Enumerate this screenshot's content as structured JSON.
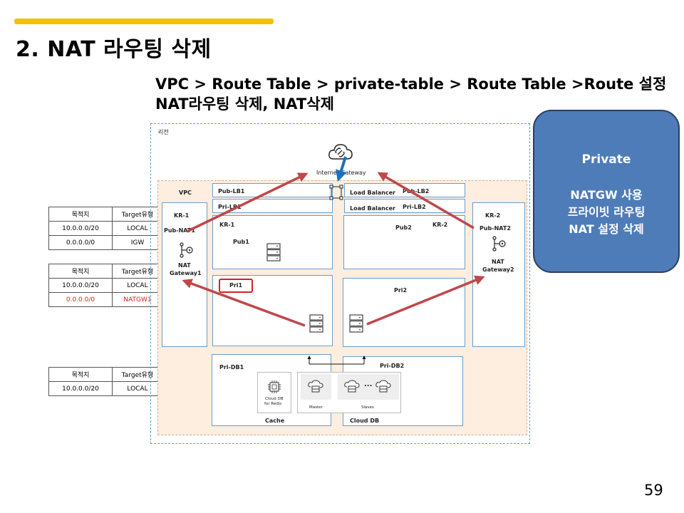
{
  "title": "2. NAT 라우팅 삭제",
  "subtitle_line1": "VPC > Route Table > private-table > Route Table >Route 설정",
  "subtitle_line2": "NAT라우팅 삭제, NAT삭제",
  "page_number": "59",
  "colors": {
    "accent_bar": "#f5c000",
    "bubble": "#4e7cb8",
    "arrow": "#c0474a",
    "highlight": "#d82020"
  },
  "route_tables": [
    {
      "header": [
        "목적지",
        "Target유형"
      ],
      "rows": [
        [
          "10.0.0.0/20",
          "LOCAL"
        ],
        [
          "0.0.0.0/0",
          "IGW"
        ]
      ]
    },
    {
      "header": [
        "목적지",
        "Target유형"
      ],
      "rows": [
        [
          "10.0.0.0/20",
          "LOCAL"
        ],
        [
          "0.0.0.0/0",
          "NATGW1"
        ]
      ]
    },
    {
      "header": [
        "목적지",
        "Target유형"
      ],
      "rows": [
        [
          "10.0.0.0/20",
          "LOCAL"
        ]
      ]
    }
  ],
  "diagram": {
    "region": "리전",
    "internet_gateway": "Internet Gateway",
    "vpc": "VPC",
    "kr1_left": "KR-1",
    "pub_nat1": "Pub-NAT1",
    "nat_gateway1_line1": "NAT",
    "nat_gateway1_line2": "Gateway1",
    "kr2_right": "KR-2",
    "pub_nat2": "Pub-NAT2",
    "nat_gateway2_line1": "NAT",
    "nat_gateway2_line2": "Gateway2",
    "pub_lb1": "Pub-LB1",
    "pri_lb1": "Pri-LB1",
    "load_balancer_1": "Load Balancer",
    "load_balancer_2": "Load Balancer",
    "pub_lb2": "Pub-LB2",
    "pri_lb2": "Pri-LB2",
    "kr1_inner": "KR-1",
    "pub1": "Pub1",
    "pub2": "Pub2",
    "kr2_inner": "KR-2",
    "pri1": "Pri1",
    "pri2": "Pri2",
    "pri_db1": "Pri-DB1",
    "pri_db2": "Pri-DB2",
    "cloud_db_redis_line1": "Cloud DB",
    "cloud_db_redis_line2": "for Redis",
    "master": "Master",
    "slaves": "Slaves",
    "ellipsis": "...",
    "cache": "Cache",
    "cloud_db": "Cloud DB"
  },
  "bubble": {
    "heading": "Private",
    "line1": "NATGW 사용",
    "line2": "프라이빗 라우팅",
    "line3": "NAT 설정 삭제"
  }
}
